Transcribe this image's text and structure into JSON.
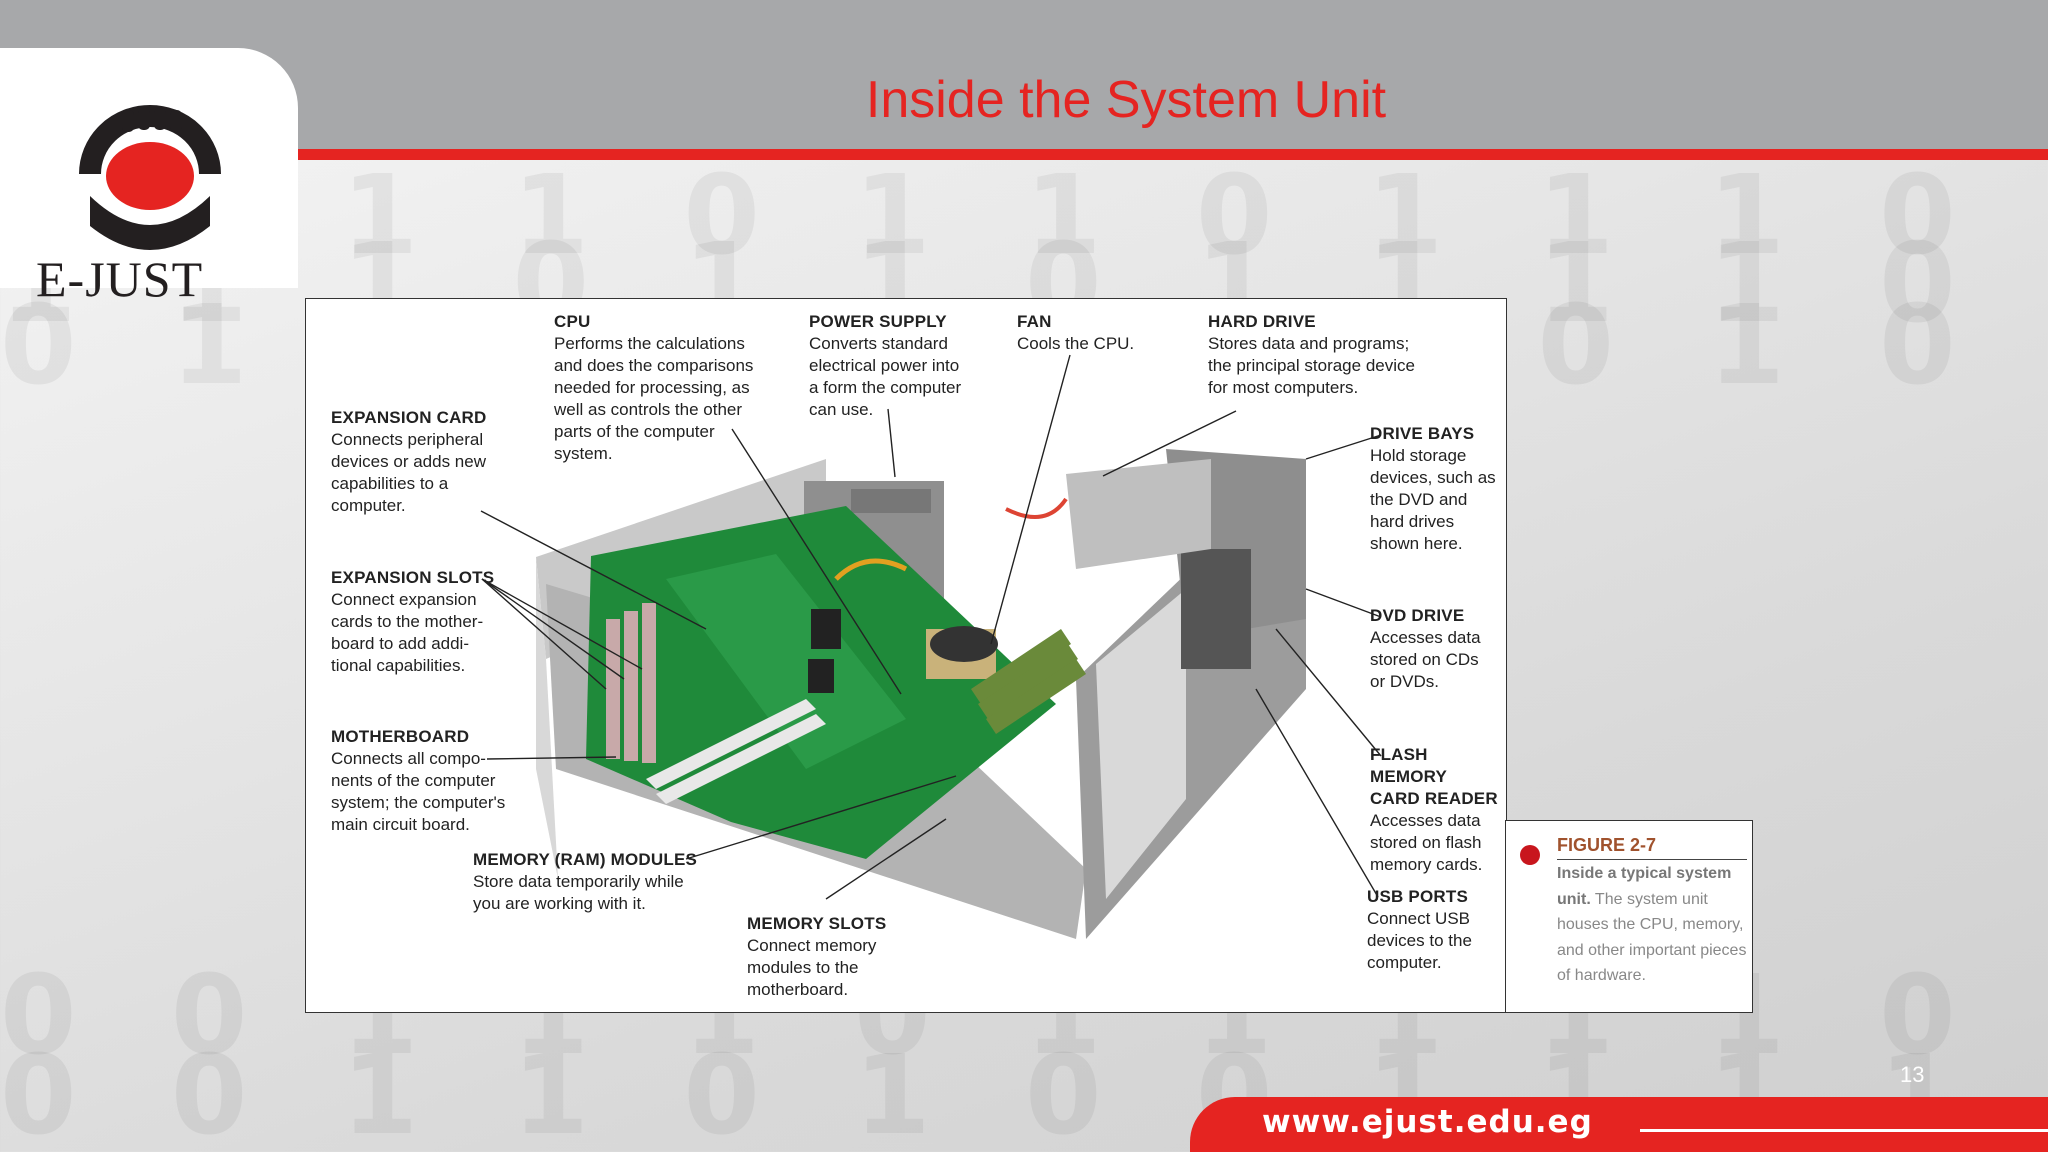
{
  "slide": {
    "title": "Inside the System Unit",
    "page_number": "13"
  },
  "logo": {
    "text": "E-JUST"
  },
  "footer": {
    "url": "www.ejust.edu.eg"
  },
  "background": {
    "rows": [
      "1 0 1 1 0 1 1 0 1 1 1 0 0 0 1 1 1 0 1 1 1 0 1",
      "1 1 1 0 1 1 0 1 1 1 1 0 1 1 0 1 1 1 0 0 0 1 1",
      "0 1 0 1 1 0 0 1 1 0 1 0 0 0 1 1 1 0 1 1 1 1 0",
      "0 0 1 1 1 0 1 1 1 1 1 0 1 1 0 1 1 0 1 1 1 1 0",
      "0 0 1 1 0 1 0 0 1 1 1 1 1 0 0 0 1 1 1 0 1 1 0"
    ]
  },
  "figure": {
    "callouts": {
      "cpu": {
        "title": "CPU",
        "body": "Performs the calculations\nand does the comparisons\nneeded for processing, as\nwell as controls the other\nparts of the computer\nsystem."
      },
      "power_supply": {
        "title": "POWER SUPPLY",
        "body": "Converts standard\nelectrical power into\na form the computer\ncan use."
      },
      "fan": {
        "title": "FAN",
        "body": "Cools the CPU."
      },
      "hard_drive": {
        "title": "HARD DRIVE",
        "body": "Stores data and programs;\nthe principal storage device\nfor most computers."
      },
      "expansion_card": {
        "title": "EXPANSION CARD",
        "body": "Connects peripheral\ndevices or adds new\ncapabilities to a\ncomputer."
      },
      "drive_bays": {
        "title": "DRIVE BAYS",
        "body": "Hold storage\ndevices, such as\nthe DVD and\nhard drives\nshown here."
      },
      "expansion_slots": {
        "title": "EXPANSION SLOTS",
        "body": "Connect expansion\ncards to the mother-\nboard to add addi-\ntional capabilities."
      },
      "dvd_drive": {
        "title": "DVD DRIVE",
        "body": "Accesses data\nstored on CDs\nor DVDs."
      },
      "motherboard": {
        "title": "MOTHERBOARD",
        "body": "Connects all compo-\nnents of the computer\nsystem; the computer's\nmain circuit board."
      },
      "flash_reader": {
        "title": "FLASH MEMORY\nCARD READER",
        "body": "Accesses data\nstored on flash\nmemory cards."
      },
      "memory_modules": {
        "title": "MEMORY (RAM) MODULES",
        "body": "Store data temporarily while\nyou are working with it."
      },
      "usb_ports": {
        "title": "USB PORTS",
        "body": "Connect USB\ndevices to the\ncomputer."
      },
      "memory_slots": {
        "title": "MEMORY SLOTS",
        "body": "Connect memory\nmodules to the\nmotherboard."
      }
    },
    "caption": {
      "label": "FIGURE 2-7",
      "bold": "Inside a typical system unit.",
      "text": " The system unit houses the CPU, memory, and other important pieces of hardware."
    }
  },
  "colors": {
    "accent_red": "#e52421",
    "header_gray": "#a7a8aa",
    "board_green": "#1f8a3a"
  }
}
